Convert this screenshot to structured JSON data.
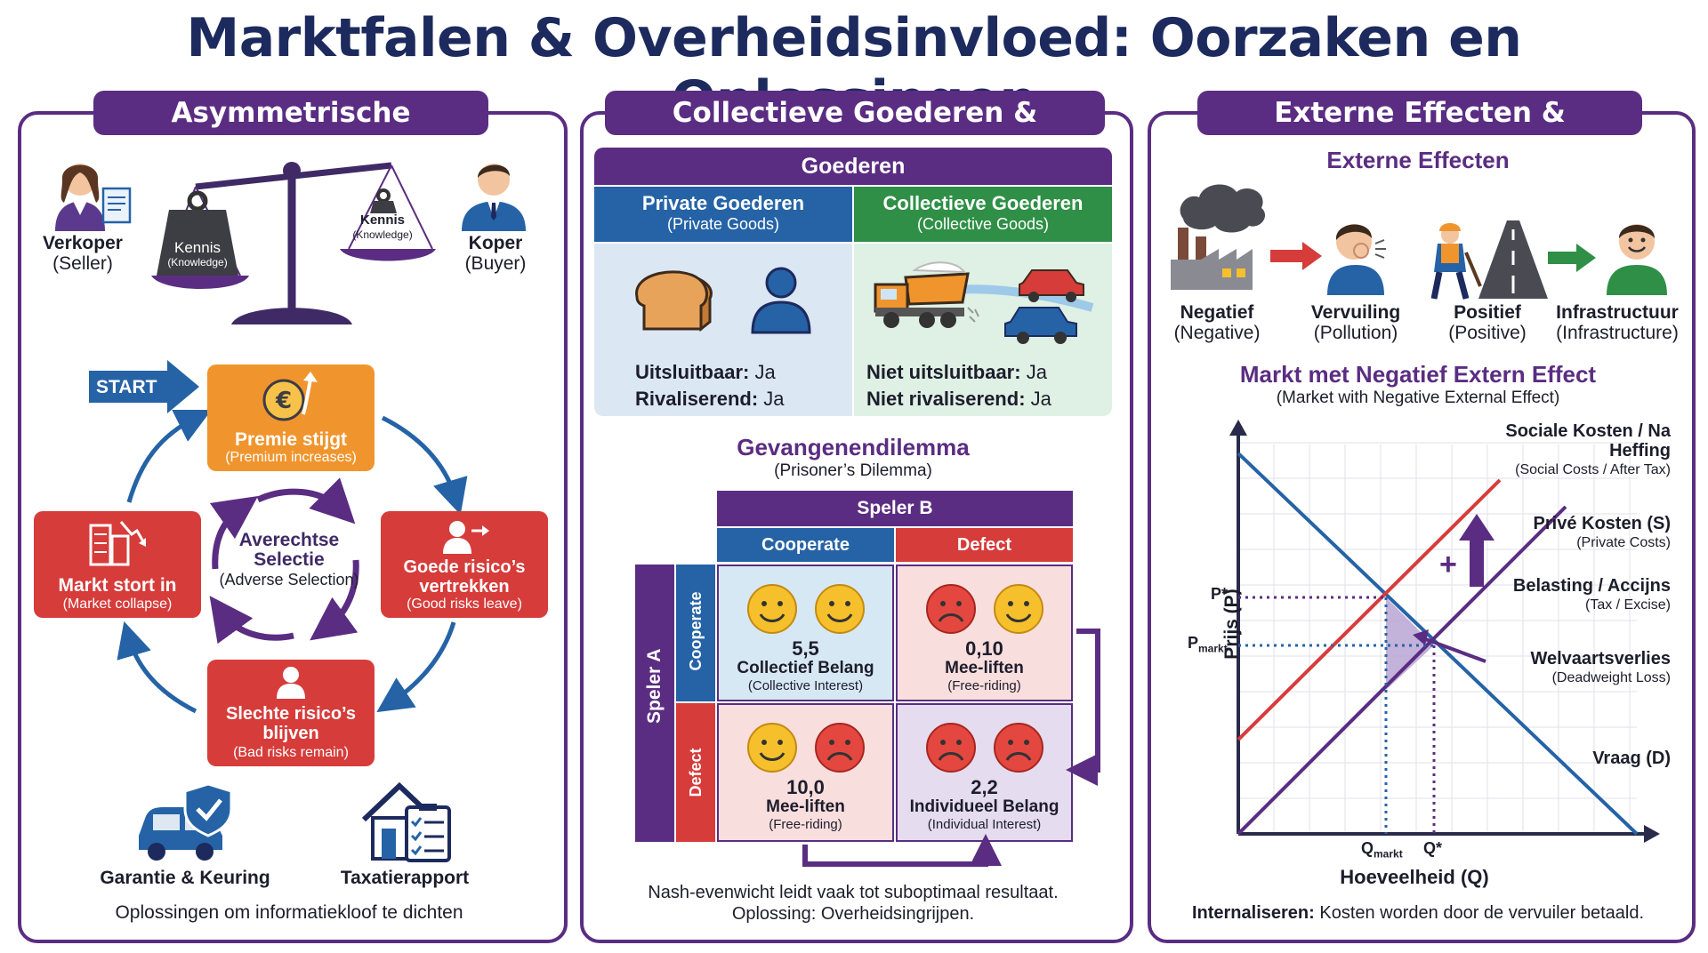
{
  "title": "Marktfalen & Overheidsinvloed: Oorzaken en Oplossingen",
  "panel1": {
    "header": "Asymmetrische Informatie",
    "seller": "Verkoper",
    "seller_en": "(Seller)",
    "buyer": "Koper",
    "buyer_en": "(Buyer)",
    "weight_left": "Kennis",
    "weight_left_en": "(Knowledge)",
    "weight_right": "Kennis",
    "weight_right_en": "(Knowledge)",
    "start": "START",
    "center": "Averechtse Selectie",
    "center_en": "(Adverse Selection)",
    "steps": [
      {
        "label": "Premie stijgt",
        "en": "(Premium increases)"
      },
      {
        "label": "Goede risico’s vertrekken",
        "en": "(Good risks leave)"
      },
      {
        "label": "Slechte risico’s blijven",
        "en": "(Bad risks remain)"
      },
      {
        "label": "Markt stort in",
        "en": "(Market collapse)"
      }
    ],
    "solution1": "Garantie & Keuring",
    "solution2": "Taxatierapport",
    "footer": "Oplossingen om informatiekloof te dichten",
    "colors": {
      "orange": "#f0952e",
      "red": "#d63c3a",
      "blue": "#2563a6",
      "purple": "#5a2d82"
    }
  },
  "panel2": {
    "header": "Collectieve Goederen & Speltheorie",
    "goods_header": "Goederen",
    "private": "Private Goederen",
    "private_en": "(Private Goods)",
    "collective": "Collectieve Goederen",
    "collective_en": "(Collective Goods)",
    "private_excl_label": "Uitsluitbaar:",
    "private_excl_value": "Ja",
    "private_rival_label": "Rivaliserend:",
    "private_rival_value": "Ja",
    "coll_excl_label": "Niet uitsluitbaar:",
    "coll_excl_value": "Ja",
    "coll_rival_label": "Niet rivaliserend:",
    "coll_rival_value": "Ja",
    "pd_title": "Gevangenendilemma",
    "pd_title_en": "(Prisoner’s Dilemma)",
    "player_b": "Speler B",
    "player_a": "Speler A",
    "cooperate": "Cooperate",
    "defect": "Defect",
    "cells": [
      {
        "payoff": "5,5",
        "label": "Collectief Belang",
        "en": "(Collective Interest)"
      },
      {
        "payoff": "0,10",
        "label": "Mee-liften",
        "en": "(Free-riding)"
      },
      {
        "payoff": "10,0",
        "label": "Mee-liften",
        "en": "(Free-riding)"
      },
      {
        "payoff": "2,2",
        "label": "Individueel Belang",
        "en": "(Individual Interest)"
      }
    ],
    "footer1": "Nash-evenwicht leidt vaak tot suboptimaal resultaat.",
    "footer2": "Oplossing: Overheidsingrijpen.",
    "colors": {
      "blue": "#2563a6",
      "green": "#2f8f46",
      "purple": "#5a2d82",
      "red": "#d63c3a",
      "face_happy": "#f6c02c",
      "face_sad": "#e4473f"
    }
  },
  "panel3": {
    "header": "Externe Effecten & Marktmodel",
    "ext_title": "Externe Effecten",
    "icons": [
      {
        "label": "Negatief",
        "en": "(Negative)"
      },
      {
        "label": "Vervuiling",
        "en": "(Pollution)"
      },
      {
        "label": "Positief",
        "en": "(Positive)"
      },
      {
        "label": "Infrastructuur",
        "en": "(Infrastructure)"
      }
    ],
    "market_title": "Markt met Negatief Extern Effect",
    "market_title_en": "(Market with Negative External Effect)",
    "footer_bold": "Internaliseren:",
    "footer_rest": "Kosten worden door de vervuiler betaald."
  },
  "chart_data": {
    "type": "line",
    "xlabel": "Hoeveelheid (Q)",
    "ylabel": "Prijs (P)",
    "grid": true,
    "series": [
      {
        "name": "Sociale Kosten / Na Heffing",
        "name_en": "(Social Costs / After Tax)",
        "color": "#d63c3a"
      },
      {
        "name": "Privé Kosten (S)",
        "name_en": "(Private Costs)",
        "color": "#5a2d82"
      },
      {
        "name": "Vraag (D)",
        "color": "#2563a6"
      }
    ],
    "annotations": [
      {
        "label": "Belasting / Accijns",
        "en": "(Tax / Excise)"
      },
      {
        "label": "Welvaartsverlies",
        "en": "(Deadweight Loss)"
      }
    ],
    "y_ticks": [
      "P*",
      "P",
      "markt"
    ],
    "x_ticks": [
      "Q",
      "markt",
      "Q*"
    ]
  }
}
